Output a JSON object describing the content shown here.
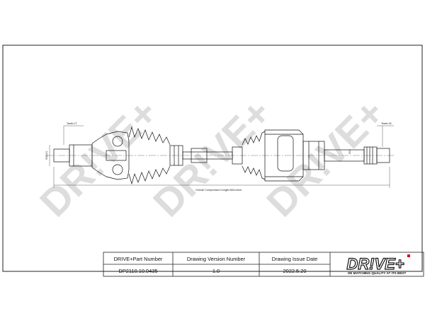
{
  "watermark": {
    "text": "DR!VE+"
  },
  "dimensions": {
    "left_teeth": "Teeth:27",
    "right_teeth": "Teeth:26",
    "left_diameter": "Φ36/21",
    "right_diameter": "Φ31",
    "overall_length": "Overall  Compressed  Length:862±4mm"
  },
  "title_block": {
    "headers": [
      "DRIVE+Part Number",
      "Drawing Version Number",
      "Drawing Issue Date"
    ],
    "values": [
      "DP2110.10.0435",
      "1.0",
      "2022.5.20"
    ]
  },
  "logo": {
    "text": "DR!VE+",
    "tagline": "OE MATCHING QUALITY AT ITS BEST",
    "accent_color": "#e30613"
  }
}
